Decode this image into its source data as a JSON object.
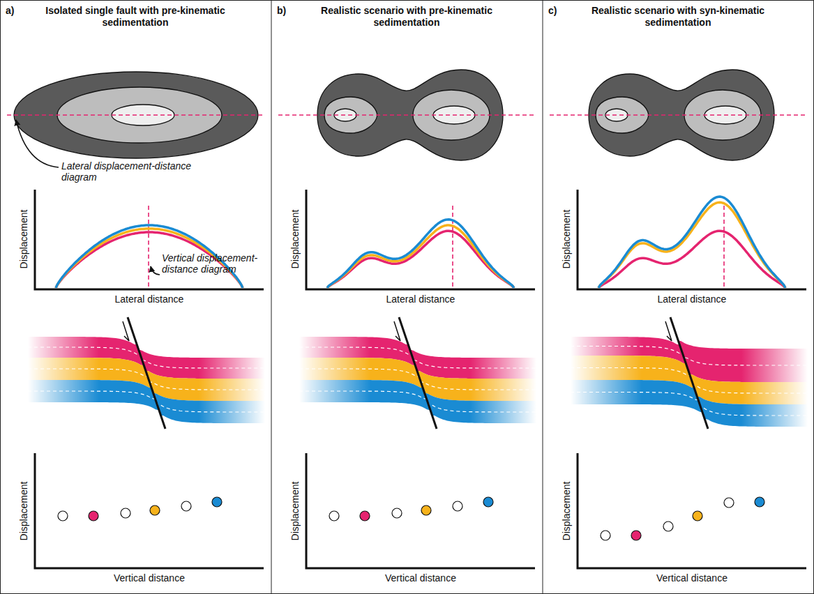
{
  "diagram": {
    "nodes": [
      {
        "text": [
          "a)",
          "Isolated single fault with pre-kinematic sedimentation"
        ]
      },
      {
        "text": [
          "b)",
          "Realistic scenario with pre-kinematic sedimentation"
        ]
      },
      {
        "text": [
          "c)",
          "Realistic scenario with syn-kinematic sedimentation"
        ]
      }
    ],
    "labels": [
      "Lateral displacement-distance diagram",
      "Vertical displacement-distance diagram",
      "Displacement",
      "Lateral distance",
      "Displacement",
      "Vertical distance",
      "Displacement",
      "Lateral distance",
      "Displacement",
      "Vertical distance",
      "Displacement",
      "Lateral distance",
      "Displacement",
      "Vertical distance"
    ]
  }
}
